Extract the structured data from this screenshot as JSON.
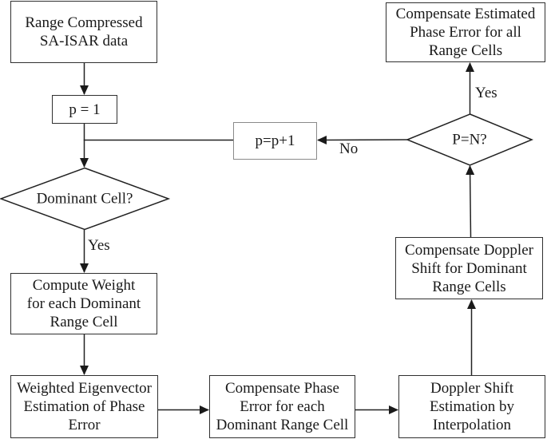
{
  "diagram": {
    "type": "flowchart",
    "nodes": {
      "sa_isar": {
        "lines": [
          "Range Compressed",
          "SA-ISAR data"
        ]
      },
      "p1": {
        "lines": [
          "p = 1"
        ]
      },
      "dominant": {
        "lines": [
          "Dominant Cell?"
        ]
      },
      "compute_weight": {
        "lines": [
          "Compute Weight",
          "for each Dominant",
          "Range Cell"
        ]
      },
      "weighted_eig": {
        "lines": [
          "Weighted Eigenvector",
          "Estimation of Phase",
          "Error"
        ]
      },
      "comp_phase": {
        "lines": [
          "Compensate Phase",
          "Error for each",
          "Dominant Range Cell"
        ]
      },
      "doppler_est": {
        "lines": [
          "Doppler Shift",
          "Estimation by",
          "Interpolation"
        ]
      },
      "comp_doppler": {
        "lines": [
          "Compensate Doppler",
          "Shift for Dominant",
          "Range Cells"
        ]
      },
      "pn": {
        "lines": [
          "P=N?"
        ]
      },
      "pp1": {
        "lines": [
          "p=p+1"
        ]
      },
      "comp_est": {
        "lines": [
          "Compensate Estimated",
          "Phase Error for all",
          "Range Cells"
        ]
      }
    },
    "edge_labels": {
      "dominant_yes": "Yes",
      "pn_yes": "Yes",
      "pn_no": "No"
    },
    "colors": {
      "line": "#222222",
      "box_border": "#303030",
      "pp1_border": "#8a8a8a",
      "text": "#1a1a1a",
      "background": "#ffffff"
    }
  }
}
